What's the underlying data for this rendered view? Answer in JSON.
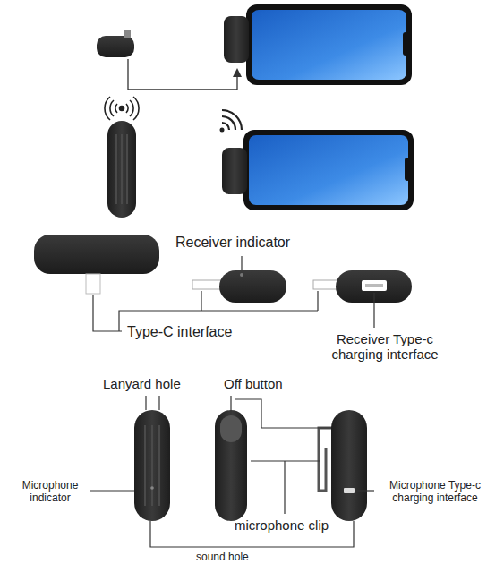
{
  "diagram": {
    "labels": [
      "Receiver indicator",
      "Type-C interface",
      "Receiver Type-c charging interface",
      "Lanyard hole",
      "Off button",
      "Microphone indicator",
      "microphone clip",
      "Microphone Type-c charging interface",
      "sound hole"
    ]
  }
}
